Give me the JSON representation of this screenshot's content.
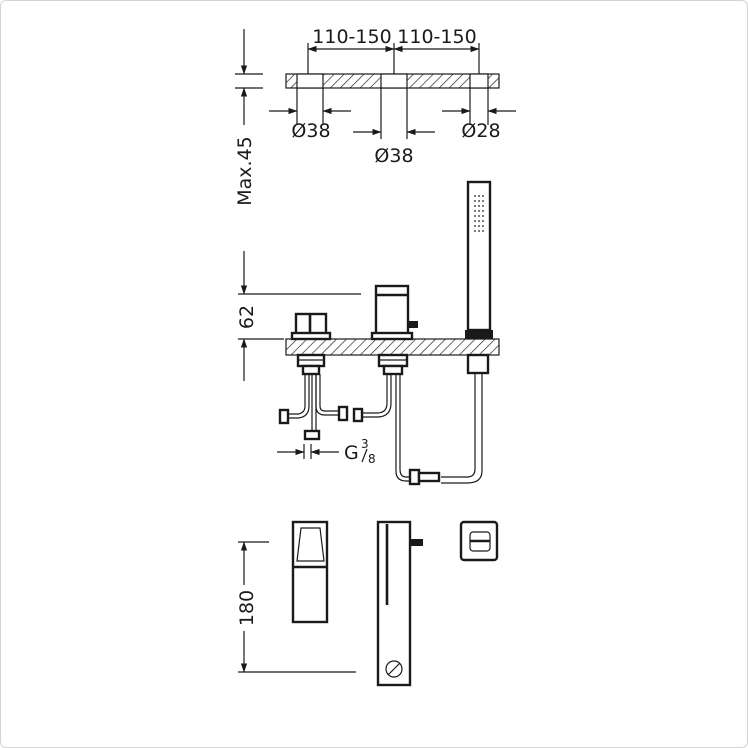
{
  "dimensions": {
    "spacing_left": "110-150",
    "spacing_right": "110-150",
    "hole_left": "Ø38",
    "hole_center": "Ø38",
    "hole_right": "Ø28",
    "max_thickness": "Max.45",
    "height_above_deck": "62",
    "connection_main": "G",
    "connection_num": "3",
    "connection_den": "8",
    "spout_height": "180"
  },
  "colors": {
    "line": "#1a1a1a",
    "background": "#ffffff",
    "frame": "#d4d4d4"
  }
}
